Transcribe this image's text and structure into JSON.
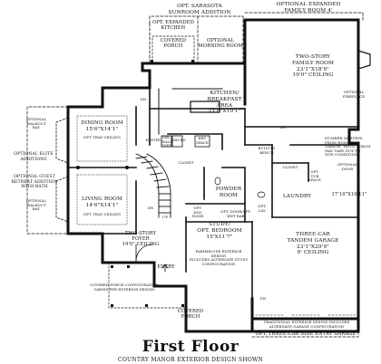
{
  "plan": {
    "title": "First Floor",
    "subtitle": "COUNTRY MANOR EXTERIOR DESIGN SHOWN",
    "labels": {
      "sarasota": "OPT. SARASOTA\nSUNROOM ADDITION",
      "expanded_family": "OPTIONAL EXPANDED\nFAMILY ROOM 4'",
      "expanded_kitchen": "OPT. EXPANDED\nKITCHEN",
      "covered_porch_top": "COVERED\nPORCH",
      "morning_room": "OPTIONAL\nMORNING ROOM",
      "family_room": "TWO-STORY\nFAMILY ROOM\n23'1\"X18'9\"\n19'0\" CEILING",
      "optional_fireplace": "OPTIONAL\nFIREPLACE",
      "kitchen": "KITCHEN/\nBREAKFAST\nAREA\n21'8\"X10'1\"",
      "dining_room": "DINING ROOM\n15'6\"X14'1\"",
      "opt_tray_dining": "OPT. TRAY CEILING",
      "living_room": "LIVING ROOM\n14'6\"X14'1\"",
      "opt_tray_living": "OPT. TRAY CEILING",
      "optional_walkout_bay_top": "OPTIONAL\nWALKOUT\nBAY",
      "optional_elite": "OPTIONAL ELITE\nADDITIONS",
      "guest_retreat": "OPTIONAL GUEST\nRETREAT ADDITION\nWITH BATH",
      "optional_walkout_bay_bottom": "OPTIONAL\nWALKOUT\nBAY",
      "pantry": "PANTRY",
      "dbl_wall_oven": "DBL.\nWALL\nOVEN",
      "micro": "MICRO",
      "ref_space": "REF.\nSPACE",
      "built_in_bench": "BUILT-IN\nBENCH",
      "closet_mud": "CLOSET",
      "closet_main": "CLOSET",
      "opt_tub_space": "OPT.\nTUB\nSPACE",
      "steps_note": "NUMBER OF STEPS\nFROM HOME TO\nGARAGE, PATIO, PORCH\nMAY VARY DUE TO\nSITE CONDITIONS",
      "optional_door": "OPTIONAL\nDOOR",
      "laundry_dim": "17'10\"X10'11\"",
      "laundry": "LAUNDRY",
      "powder_room": "POWDER\nROOM",
      "opt_doc_door": "OPT.\nDOC\nDOOR",
      "opt_lav_sink": "OPT.\nLAV",
      "opt_door_wet_bar": "OPT. DOOR/OPT.\nWET BAR",
      "two_story_foyer": "TWO-STORY\nFOYER\n19'0\" CEILING",
      "study": "STUDY/\nOPT. BEDROOM\n15'X11'7\"",
      "farmhouse_note": "FARMHOUSE EXTERIOR DESIGN\nINCLUDES ALTERNATE STUDY\nCONFIGURATION",
      "garage": "THREE-CAR\nTANDEM GARAGE\n23'1\"X29'9\"\n9' CEILING",
      "entry": "ENTRY",
      "covered_porch_note": "COVERED PORCH CONFIGURATION\nVARIES PER EXTERIOR DESIGN",
      "covered_porch_bottom": "COVERED\nPORCH",
      "traditional_note": "TRADITIONAL EXTERIOR DESIGN INCLUDES\nALTERNATE GARAGE CONFIGURATION",
      "side_entry_garage": "OPT. THREE-CAR SIDE ENTRY GARAGE",
      "dn_top": "DN",
      "dn_foyer": "DN",
      "dn_right": "DN",
      "up_stair": "UP",
      "dn_lower": "DN"
    }
  }
}
